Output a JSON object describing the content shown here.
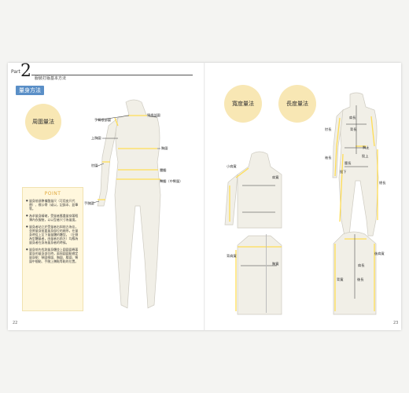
{
  "header": {
    "part_label": "Part",
    "part_number": "2",
    "section_title": "服裝打版基本方法"
  },
  "left_page": {
    "tag": "量身方法",
    "circle_label": "周圍量法",
    "callouts": [
      "手臂根部圍",
      "頸根部圍",
      "上胸圍",
      "胸圍",
      "肘圍",
      "腰圍",
      "臀圍（中臀圍）",
      "手腕圍"
    ],
    "point": {
      "title": "POINT",
      "items": [
        "量身前須準備酸量尺（可用皮尺代替）、標示帶（或以，記錄本、鉛筆等。",
        "為求量身精確，受量者應盡量穿著輕薄內衣服裝，以以型者尺寸為量度。",
        "量身者站立於受量者右斜前方為佳，並將量身前要量身部位的順序。在量身時從上至下量量體的體型。（左側為型體量者，由量者右前方）均應為量身者在身為量身者的時候。",
        "量身前先找測量身體並上圍圍圍尋著要身的量身部位時，兩周圍圍點標定量身點：頸圍根圍、胸圍、腰圍、臀圍中間點、手腕上膊點等點的位置。"
      ]
    },
    "page_number": "22"
  },
  "right_page": {
    "circle_labels": [
      "寬度量法",
      "長度量法"
    ],
    "callouts": [
      "肩長",
      "背長",
      "胸上",
      "肘長",
      "袖長",
      "腰長",
      "股上",
      "股下",
      "總長",
      "小肩寬",
      "肩寬",
      "背肩寬",
      "胸寬",
      "背寬",
      "後肩寬",
      "肩長",
      "後長"
    ],
    "page_number": "23"
  }
}
